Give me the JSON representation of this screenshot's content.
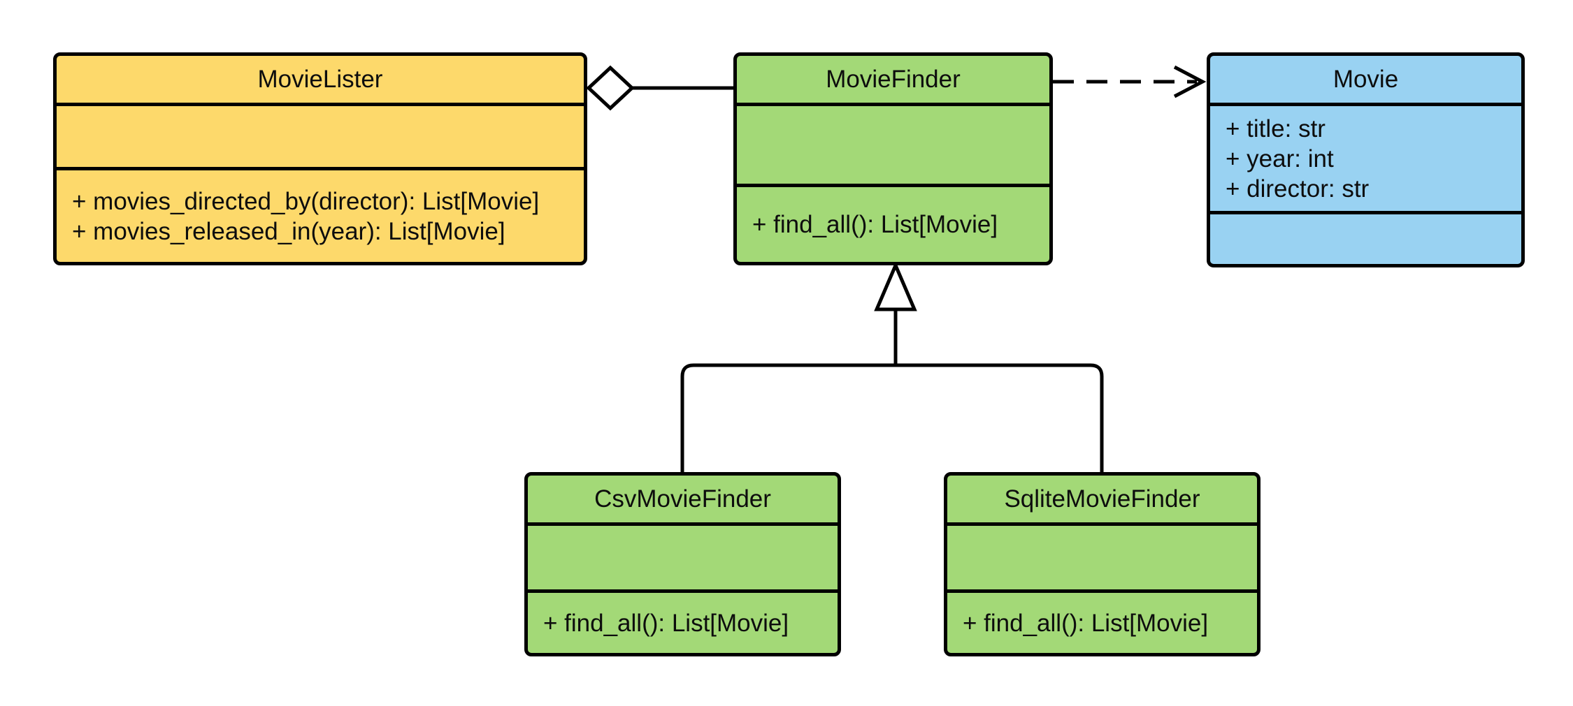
{
  "diagram": {
    "background_color": "#ffffff",
    "stroke_color": "#000000",
    "classes": [
      {
        "name": "MovieLister",
        "fill": "#FDD96B",
        "attributes": [],
        "methods": [
          "+ movies_directed_by(director): List[Movie]",
          "+ movies_released_in(year): List[Movie]"
        ]
      },
      {
        "name": "MovieFinder",
        "fill": "#A3D977",
        "attributes": [],
        "methods": [
          "+ find_all(): List[Movie]"
        ]
      },
      {
        "name": "Movie",
        "fill": "#99D2F2",
        "attributes": [
          "+ title: str",
          "+ year: int",
          "+ director: str"
        ],
        "methods": []
      },
      {
        "name": "CsvMovieFinder",
        "fill": "#A3D977",
        "attributes": [],
        "methods": [
          "+ find_all(): List[Movie]"
        ]
      },
      {
        "name": "SqliteMovieFinder",
        "fill": "#A3D977",
        "attributes": [],
        "methods": [
          "+ find_all(): List[Movie]"
        ]
      }
    ],
    "relationships": [
      {
        "type": "aggregation",
        "from": "MovieLister",
        "to": "MovieFinder"
      },
      {
        "type": "dependency",
        "from": "MovieFinder",
        "to": "Movie"
      },
      {
        "type": "inheritance",
        "from": "CsvMovieFinder",
        "to": "MovieFinder"
      },
      {
        "type": "inheritance",
        "from": "SqliteMovieFinder",
        "to": "MovieFinder"
      }
    ]
  }
}
